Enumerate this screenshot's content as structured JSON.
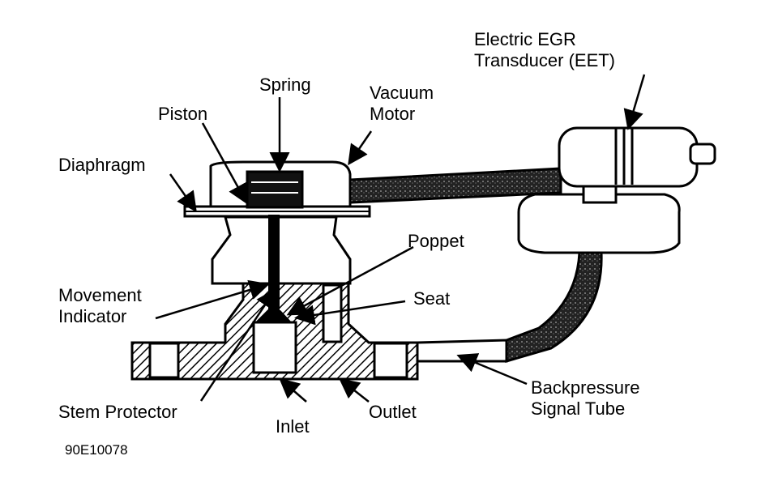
{
  "labels": {
    "eet_line1": "Electric EGR",
    "eet_line2": "Transducer (EET)",
    "spring": "Spring",
    "vacuum_line1": "Vacuum",
    "vacuum_line2": "Motor",
    "piston": "Piston",
    "diaphragm": "Diaphragm",
    "poppet": "Poppet",
    "movement_line1": "Movement",
    "movement_line2": "Indicator",
    "seat": "Seat",
    "backpressure_line1": "Backpressure",
    "backpressure_line2": "Signal Tube",
    "stem_protector": "Stem Protector",
    "inlet": "Inlet",
    "outlet": "Outlet"
  },
  "figure_code": "90E10078"
}
